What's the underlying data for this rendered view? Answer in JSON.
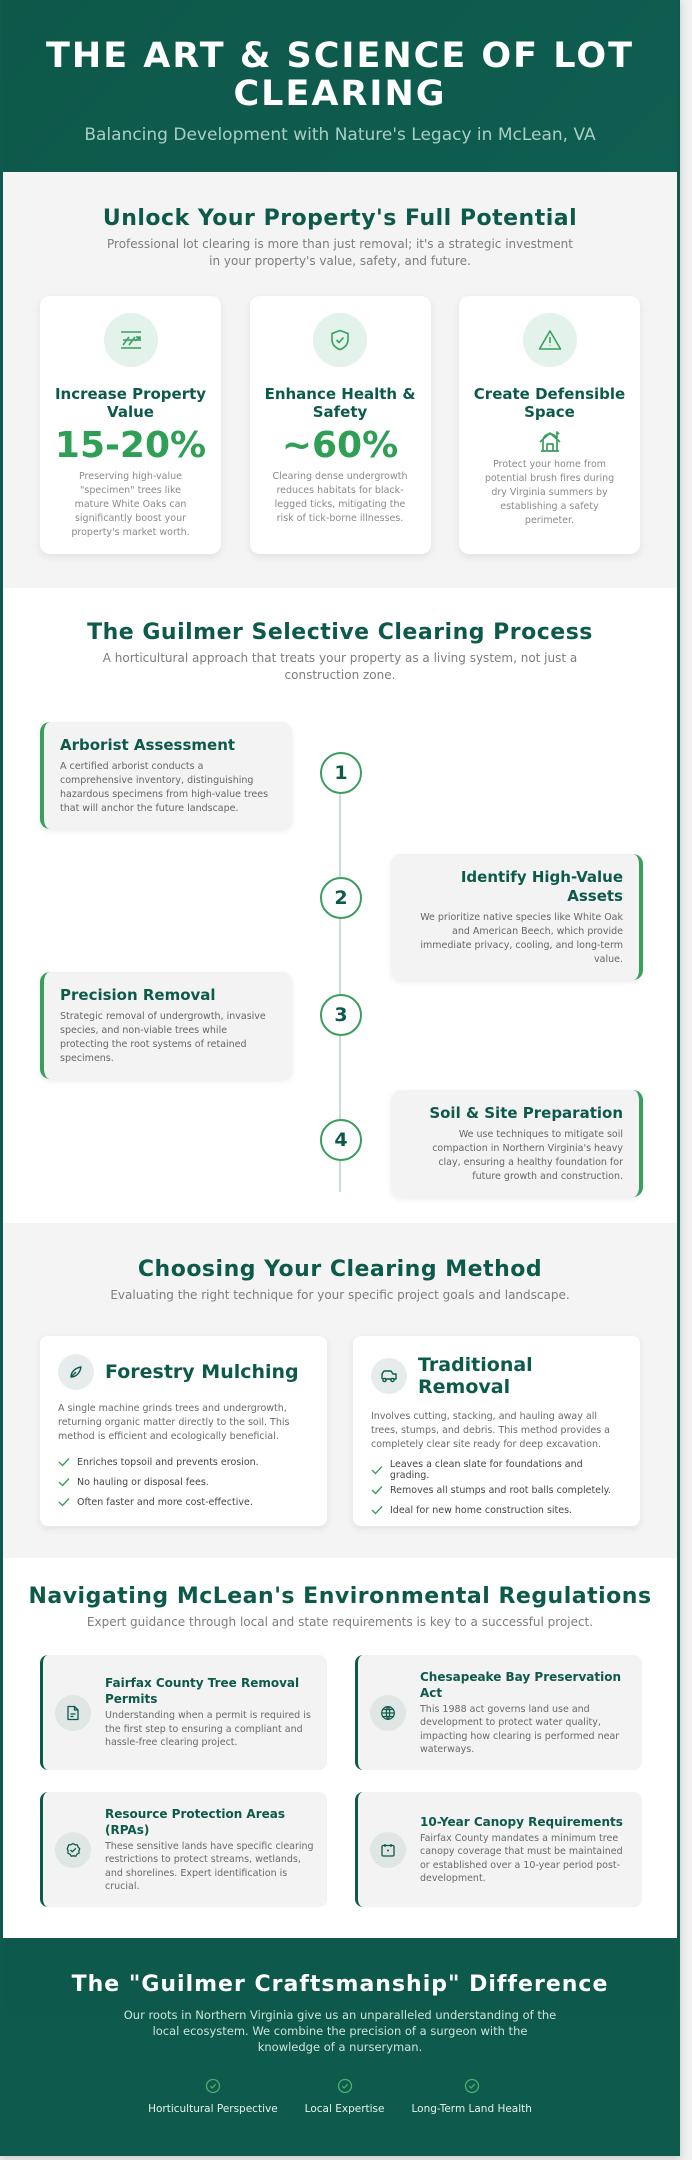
{
  "hero": {
    "title": "THE ART & SCIENCE OF LOT CLEARING",
    "subtitle": "Balancing Development with Nature's Legacy in McLean, VA"
  },
  "benefits": {
    "title": "Unlock Your Property's Full Potential",
    "subtitle": "Professional lot clearing is more than just removal; it's a strategic investment in your property's value, safety, and future.",
    "cards": [
      {
        "icon": "trend-chart-icon",
        "title": "Increase Property Value",
        "stat": "15-20%",
        "desc": "Preserving high-value \"specimen\" trees like mature White Oaks can significantly boost your property's market worth."
      },
      {
        "icon": "shield-check-icon",
        "title": "Enhance Health & Safety",
        "stat": "~60%",
        "desc": "Clearing dense undergrowth reduces habitats for black-legged ticks, mitigating the risk of tick-borne illnesses."
      },
      {
        "icon": "warning-triangle-icon",
        "title": "Create Defensible Space",
        "stat_icon": "home-fire-icon",
        "desc": "Protect your home from potential brush fires during dry Virginia summers by establishing a safety perimeter."
      }
    ]
  },
  "process": {
    "title": "The Guilmer Selective Clearing Process",
    "subtitle": "A horticultural approach that treats your property as a living system, not just a construction zone.",
    "steps": [
      {
        "number": "1",
        "title": "Arborist Assessment",
        "desc": "A certified arborist conducts a comprehensive inventory, distinguishing hazardous specimens from high-value trees that will anchor the future landscape."
      },
      {
        "number": "2",
        "title": "Identify High-Value Assets",
        "desc": "We prioritize native species like White Oak and American Beech, which provide immediate privacy, cooling, and long-term value."
      },
      {
        "number": "3",
        "title": "Precision Removal",
        "desc": "Strategic removal of undergrowth, invasive species, and non-viable trees while protecting the root systems of retained specimens."
      },
      {
        "number": "4",
        "title": "Soil & Site Preparation",
        "desc": "We use techniques to mitigate soil compaction in Northern Virginia's heavy clay, ensuring a healthy foundation for future growth and construction."
      }
    ]
  },
  "methods": {
    "title": "Choosing Your Clearing Method",
    "subtitle": "Evaluating the right technique for your specific project goals and landscape.",
    "cards": [
      {
        "icon": "leaf-pen-icon",
        "title": "Forestry Mulching",
        "desc": "A single machine grinds trees and undergrowth, returning organic matter directly to the soil. This method is efficient and ecologically beneficial.",
        "points": [
          "Enriches topsoil and prevents erosion.",
          "No hauling or disposal fees.",
          "Often faster and more cost-effective."
        ]
      },
      {
        "icon": "truck-icon",
        "title": "Traditional Removal",
        "desc": "Involves cutting, stacking, and hauling away all trees, stumps, and debris. This method provides a completely clear site ready for deep excavation.",
        "points": [
          "Leaves a clean slate for foundations and grading.",
          "Removes all stumps and root balls completely.",
          "Ideal for new home construction sites."
        ]
      }
    ]
  },
  "regulations": {
    "title": "Navigating McLean's Environmental Regulations",
    "subtitle": "Expert guidance through local and state requirements is key to a successful project.",
    "cards": [
      {
        "icon": "document-icon",
        "title": "Fairfax County Tree Removal Permits",
        "desc": "Understanding when a permit is required is the first step to ensuring a compliant and hassle-free clearing project."
      },
      {
        "icon": "globe-icon",
        "title": "Chesapeake Bay Preservation Act",
        "desc": "This 1988 act governs land use and development to protect water quality, impacting how clearing is performed near waterways."
      },
      {
        "icon": "badge-check-icon",
        "title": "Resource Protection Areas (RPAs)",
        "desc": "These sensitive lands have specific clearing restrictions to protect streams, wetlands, and shorelines. Expert identification is crucial."
      },
      {
        "icon": "calendar-icon",
        "title": "10-Year Canopy Requirements",
        "desc": "Fairfax County mandates a minimum tree canopy coverage that must be maintained or established over a 10-year period post-development."
      }
    ]
  },
  "footer": {
    "title": "The \"Guilmer Craftsmanship\" Difference",
    "desc": "Our roots in Northern Virginia give us an unparalleled understanding of the local ecosystem. We combine the precision of a surgeon with the knowledge of a nurseryman.",
    "items": [
      "Horticultural Perspective",
      "Local Expertise",
      "Long-Term Land Health"
    ]
  },
  "colors": {
    "brand_dark_green": "#0e5a4a",
    "accent_green": "#2e9f55",
    "section_grey": "#f4f4f4"
  }
}
